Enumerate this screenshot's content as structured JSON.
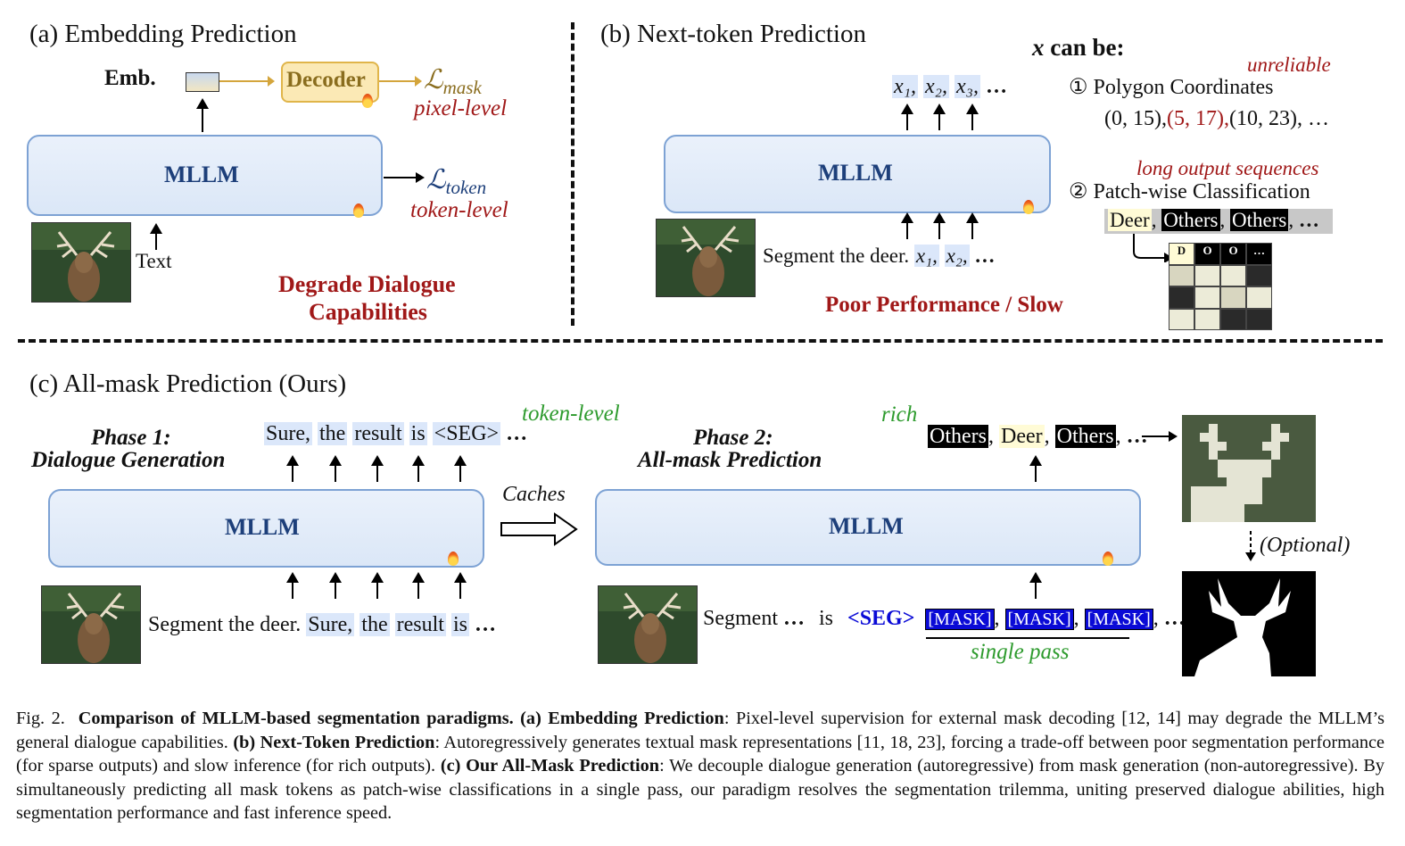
{
  "panel_a": {
    "title": "(a) Embedding Prediction",
    "emb_label": "Emb.",
    "decoder_label": "Decoder",
    "loss_mask_main": "ℒ",
    "loss_mask_sub": "mask",
    "pixel_level": "pixel-level",
    "mllm": "MLLM",
    "loss_token_main": "ℒ",
    "loss_token_sub": "token",
    "token_level": "token-level",
    "text_label": "Text",
    "degrade_line1": "Degrade Dialogue",
    "degrade_line2": "Capabilities"
  },
  "panel_b": {
    "title": "(b) Next-token Prediction",
    "outputs": [
      "x₁,",
      "x₂,",
      "x₃,"
    ],
    "ellipsis": "…",
    "mllm": "MLLM",
    "prompt": "Segment the deer.",
    "inputs": [
      "x₁,",
      "x₂,"
    ],
    "poor": "Poor Performance / Slow",
    "x_can_be_var": "x",
    "x_can_be_rest": "can be:",
    "unreliable": "unreliable",
    "opt1_num": "①",
    "opt1": "Polygon Coordinates",
    "coords_a": "(0, 15),",
    "coords_b": "(5, 17),",
    "coords_c": "(10, 23), …",
    "long_output": "long output sequences",
    "opt2_num": "②",
    "opt2": "Patch-wise Classification",
    "patch_tokens": [
      "Deer",
      "Others",
      "Others"
    ],
    "patch_ellipsis": "…",
    "grid_headers": [
      "D",
      "O",
      "O",
      "…"
    ]
  },
  "panel_c": {
    "title": "(c) All-mask Prediction (Ours)",
    "phase1_line1": "Phase 1:",
    "phase1_line2": "Dialogue Generation",
    "out_tokens": [
      "Sure,",
      "the",
      "result",
      "is",
      "<SEG>"
    ],
    "out_ellipsis": "…",
    "token_level": "token-level",
    "mllm1": "MLLM",
    "prompt1": "Segment the deer.",
    "in_tokens": [
      "Sure,",
      "the",
      "result",
      "is"
    ],
    "in_ellipsis": "…",
    "caches": "Caches",
    "phase2_line1": "Phase 2:",
    "phase2_line2": "All-mask Prediction",
    "rich": "rich",
    "out2": [
      "Others",
      "Deer",
      "Others"
    ],
    "out2_ellipsis": "…",
    "mllm2": "MLLM",
    "prompt2_a": "Segment",
    "prompt2_ell": "…",
    "prompt2_is": "is",
    "seg": "<SEG>",
    "mask_tokens": [
      "[MASK]",
      "[MASK]",
      "[MASK]"
    ],
    "mask_ellipsis": "…",
    "single_pass": "single pass",
    "optional": "(Optional)"
  },
  "caption": {
    "lead": "Fig. 2.",
    "title": "Comparison of MLLM-based segmentation paradigms.",
    "a_label": "(a) Embedding Prediction",
    "a_text": ": Pixel-level supervision for external mask decoding [12, 14] may degrade the MLLM’s general dialogue capabilities.",
    "b_label": "(b) Next-Token Prediction",
    "b_text": ": Autoregressively generates textual mask representations [11, 18, 23], forcing a trade-off between poor segmentation performance (for sparse outputs) and slow inference (for rich outputs).",
    "c_label": "(c) Our All-Mask Prediction",
    "c_text": ": We decouple dialogue generation (autoregressive) from mask generation (non-autoregressive). By simultaneously predicting all mask tokens as patch-wise classifications in a single pass, our paradigm resolves the segmentation trilemma, uniting preserved dialogue abilities, high segmentation performance and fast inference speed."
  },
  "colors": {
    "mllm_fill": "#dbe7f7",
    "mllm_border": "#7da2d4",
    "decoder_fill": "#fbe9b5",
    "decoder_border": "#e0b54a",
    "red": "#a01818",
    "green": "#2e9b2e",
    "mask_blue": "#0a0ad6",
    "loss_blue": "#1d3f7a",
    "loss_gold": "#8a6d1e"
  }
}
